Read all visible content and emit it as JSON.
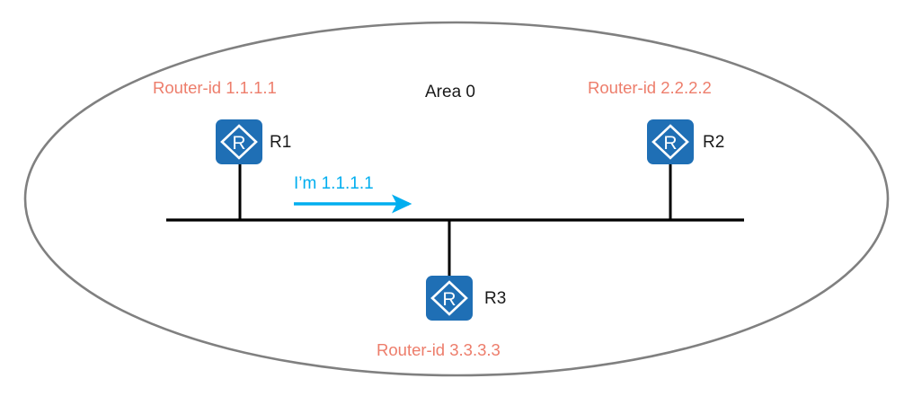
{
  "diagram": {
    "title_label": "Area 0",
    "area_boundary": {
      "shape": "ellipse",
      "stroke_color": "#808080"
    },
    "colors": {
      "router_fill": "#1F6FB5",
      "router_glyph": "#FFFFFF",
      "router_id_text": "#ED7D6B",
      "flow_arrow": "#00AEEF",
      "bus_line": "#000000",
      "ellipse_stroke": "#808080",
      "node_label_text": "#1A1A1A"
    },
    "routers": [
      {
        "id": "r1",
        "name": "R1",
        "router_id_label": "Router-id 1.1.1.1",
        "icon_glyph": "R"
      },
      {
        "id": "r2",
        "name": "R2",
        "router_id_label": "Router-id 2.2.2.2",
        "icon_glyph": "R"
      },
      {
        "id": "r3",
        "name": "R3",
        "router_id_label": "Router-id 3.3.3.3",
        "icon_glyph": "R"
      }
    ],
    "flow": {
      "label": "I’m 1.1.1.1",
      "direction": "left-to-right"
    }
  }
}
